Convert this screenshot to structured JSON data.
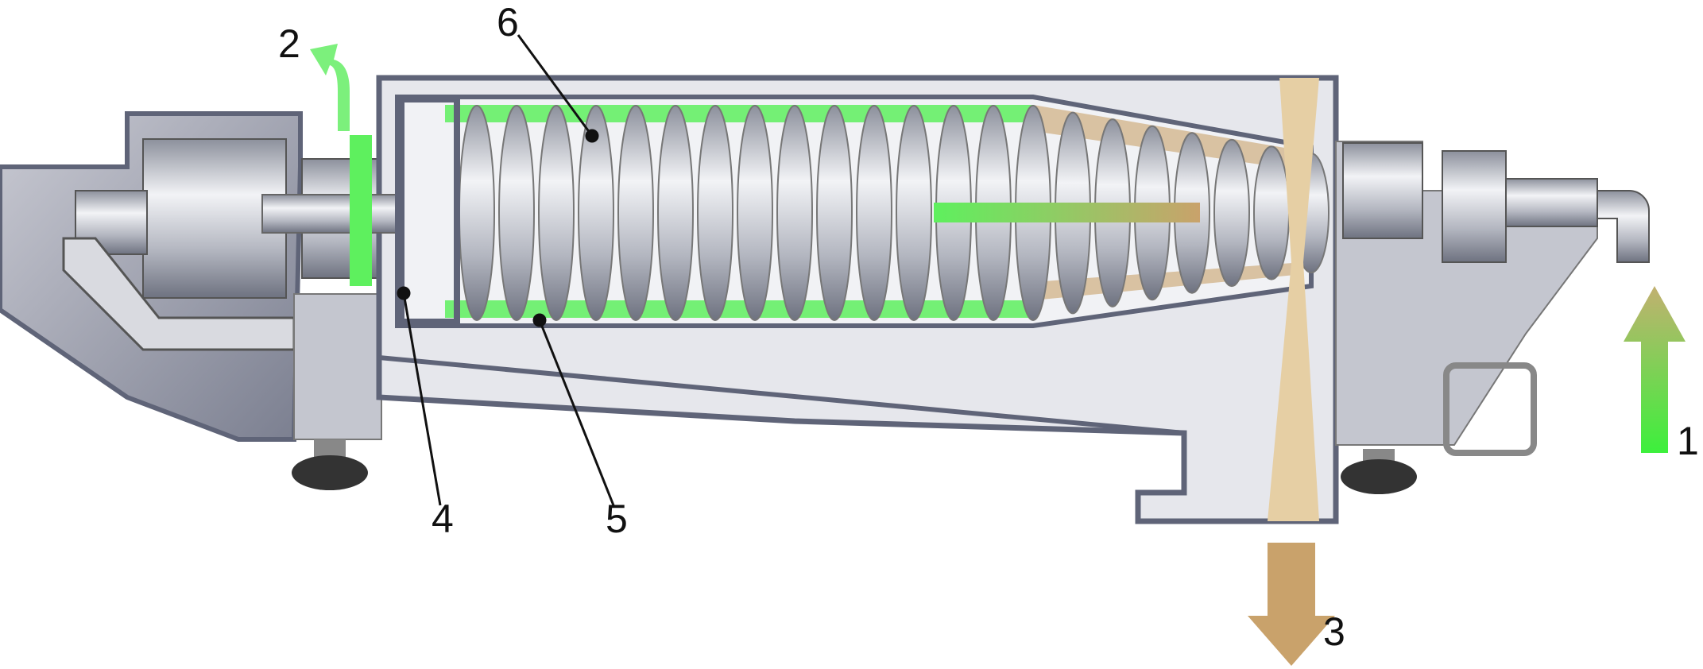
{
  "diagram": {
    "labels": {
      "inlet": "1",
      "liquid_outlet": "2",
      "solids_outlet": "3",
      "weir": "4",
      "bowl": "5",
      "scroll": "6"
    },
    "colors": {
      "liquid": "#5ef05e",
      "solids": "#c9a26b",
      "housing": "#5f6478",
      "housing_fill": "#e6e7ec",
      "metal": "#b9bcc6",
      "line": "#111111"
    }
  }
}
